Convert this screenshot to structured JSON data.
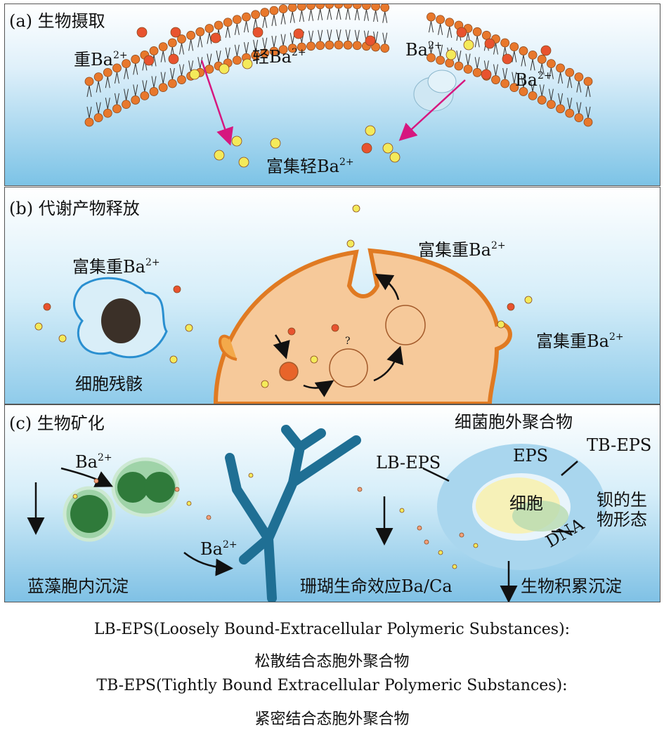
{
  "panel_a": {
    "title": "(a) 生物摄取",
    "heavy_ba": {
      "text": "重Ba",
      "sup": "2+"
    },
    "light_ba": {
      "text": "轻Ba",
      "sup": "2+"
    },
    "ba_top": {
      "text": "Ba",
      "sup": "2+"
    },
    "ba_right": {
      "text": "Ba",
      "sup": "2+"
    },
    "enriched_light": {
      "text": "富集轻Ba",
      "sup": "2+"
    }
  },
  "panel_b": {
    "title": "(b) 代谢产物释放",
    "enriched_heavy_left": {
      "text": "富集重Ba",
      "sup": "2+"
    },
    "cell_debris": "细胞残骸",
    "enriched_heavy_top": {
      "text": "富集重Ba",
      "sup": "2+"
    },
    "enriched_heavy_right": {
      "text": "富集重Ba",
      "sup": "2+"
    },
    "question_mark": "?"
  },
  "panel_c": {
    "title": "(c) 生物矿化",
    "ba_1": {
      "text": "Ba",
      "sup": "2+"
    },
    "ba_2": {
      "text": "Ba",
      "sup": "2+"
    },
    "cyanobacteria": "蓝藻胞内沉淀",
    "coral": "珊瑚生命效应Ba/Ca",
    "eps_title": "细菌胞外聚合物",
    "lb_eps": "LB-EPS",
    "eps": "EPS",
    "tb_eps": "TB-EPS",
    "cell": "细胞",
    "dna": "DNA",
    "barium_form": "钡的生\n物形态",
    "bio_accumulation": "生物积累沉淀"
  },
  "caption": {
    "line1": "LB-EPS(Loosely Bound-Extracellular Polymeric Substances):",
    "line2": "松散结合态胞外聚合物",
    "line3": "TB-EPS(Tightly Bound Extracellular Polymeric Substances):",
    "line4": "紧密结合态胞外聚合物"
  },
  "colors": {
    "heavy": "#e8532f",
    "light": "#f4ea5a",
    "membrane_head": "#e8782c",
    "arrow": "#d6177f",
    "cell": "#f6c99a",
    "coral": "#1f6f94"
  }
}
